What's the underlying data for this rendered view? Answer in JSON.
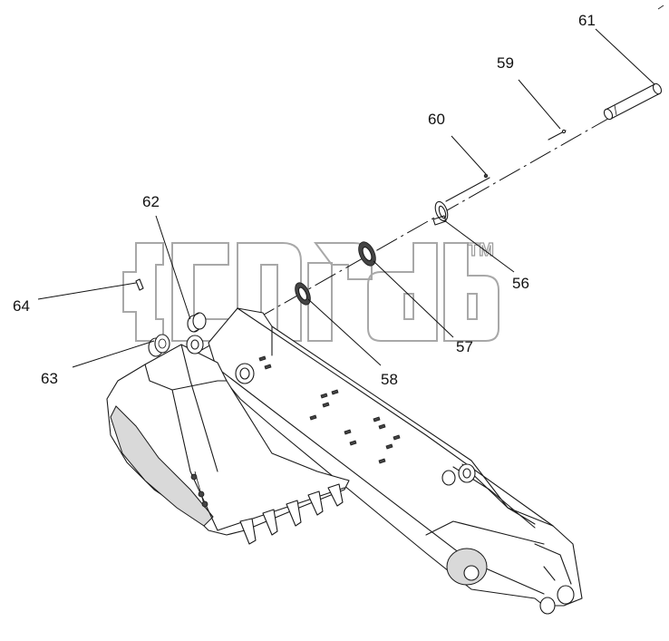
{
  "watermark": {
    "trademark": "TM"
  },
  "callouts": [
    {
      "id": "c56",
      "label": "56"
    },
    {
      "id": "c57",
      "label": "57"
    },
    {
      "id": "c58",
      "label": "58"
    },
    {
      "id": "c59",
      "label": "59"
    },
    {
      "id": "c60",
      "label": "60"
    },
    {
      "id": "c61",
      "label": "61"
    },
    {
      "id": "c62",
      "label": "62"
    },
    {
      "id": "c63",
      "label": "63"
    },
    {
      "id": "c64",
      "label": "64"
    }
  ]
}
